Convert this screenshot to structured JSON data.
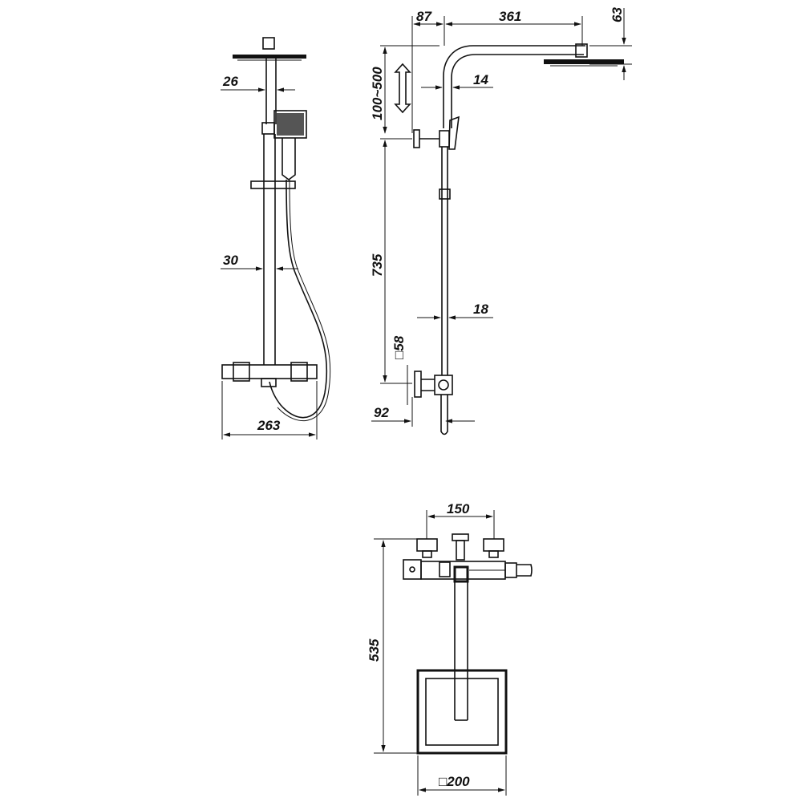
{
  "front_view": {
    "dim_head_pipe": "26",
    "dim_rail": "30",
    "dim_mixer_width": "263"
  },
  "side_view": {
    "dim_offset": "87",
    "dim_arm_length": "361",
    "dim_head_height": "63",
    "dim_adjust_range": "100~500",
    "dim_arm_pipe": "14",
    "dim_rail_height": "735",
    "dim_rail_pipe": "18",
    "dim_square_fitting": "□58",
    "dim_wall_offset": "92"
  },
  "top_view": {
    "dim_inlet_spacing": "150",
    "dim_total_depth": "535",
    "dim_head_square": "□200"
  }
}
